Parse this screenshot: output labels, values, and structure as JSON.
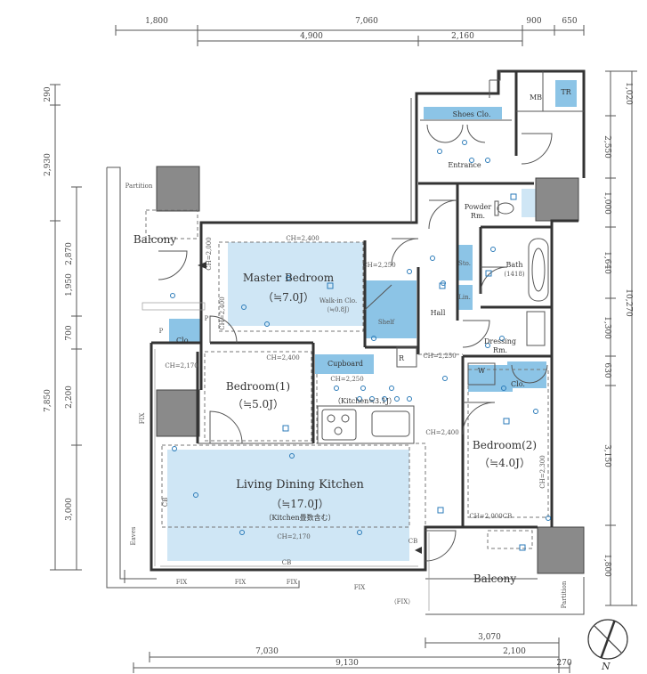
{
  "dims": {
    "top": {
      "d1": "1,800",
      "d2": "7,060",
      "d3": "900",
      "d4": "650",
      "d5": "4,900",
      "d6": "2,160"
    },
    "left": {
      "l1": "290",
      "l2": "2,930",
      "l3": "2,870",
      "l4": "1,950",
      "l5": "700",
      "l6": "7,850",
      "l7": "2,200",
      "l8": "3,000"
    },
    "right": {
      "r1": "1,020",
      "r2": "2,550",
      "r3": "1,000",
      "r4": "1,640",
      "r5": "10,270",
      "r6": "1,300",
      "r7": "630",
      "r8": "3,150",
      "r9": "1,800"
    },
    "bottom": {
      "b1": "3,070",
      "b2": "2,100",
      "b3": "7,030",
      "b4": "9,130",
      "b5": "270"
    }
  },
  "rooms": {
    "mb": "MB",
    "tr": "TR",
    "shoes": "Shoes Clo.",
    "entrance": "Entrance",
    "powder1": "Powder",
    "powder2": "Rm.",
    "bath": "Bath",
    "bath_size": "(1418)",
    "sto": "Sto.",
    "lin": "Lin.",
    "hall": "Hall",
    "dressing1": "Dressing",
    "dressing2": "Rm.",
    "w": "W",
    "clo_r": "Clo.",
    "clo_l": "Clo.",
    "master": "Master Bedroom",
    "master_size": "（≒7.0J）",
    "walkin1": "Walk-in Clo.",
    "walkin2": "（≒0.8J）",
    "shelf": "Shelf",
    "balcony_top": "Balcony",
    "balcony_bottom": "Balcony",
    "bed1": "Bedroom(1)",
    "bed1_size": "（≒5.0J）",
    "bed2": "Bedroom(2)",
    "bed2_size": "（≒4.0J）",
    "ldk": "Living Dining Kitchen",
    "ldk_size": "（≒17.0J）",
    "ldk_note": "（Kitchen畳数含む）",
    "kitchen": "（Kitchen≒3.1J）",
    "cupboard": "Cupboard",
    "r": "R",
    "partition1": "Partition",
    "partition2": "Partition",
    "eaves": "Eaves",
    "fix1": "FIX",
    "fix2": "FIX",
    "fix3": "FIX",
    "fix4": "FIX",
    "fix5": "FIX",
    "fix_note": "（FIX）",
    "p1": "P",
    "p2": "P"
  },
  "ceiling": {
    "ch_master": "CH=2,400",
    "ch_master_side": "CH=2,400",
    "ch_walkin": "CH=2,250",
    "ch_hall": "CH=2,250",
    "ch_bed1": "CH=2,400",
    "ch_left": "CH=2,170",
    "ch_kitchen": "CH=2,250",
    "ch_ldk_right": "CH=2,400",
    "ch_ldk_bottom": "CH=2,170",
    "ch_bed2_side": "CH=2,300",
    "ch_bed2_bottom": "CH=2,000",
    "ch_bal": "CH=2,000",
    "cb1": "CB",
    "cb2": "CB",
    "cb3": "CB",
    "cb4": "CB"
  },
  "north": "N"
}
